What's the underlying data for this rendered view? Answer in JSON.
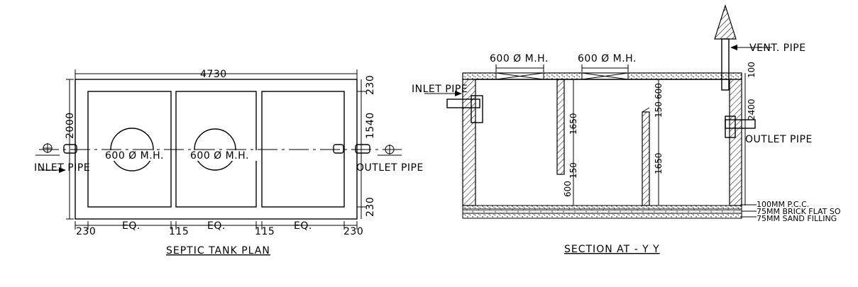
{
  "plan": {
    "title": "SEPTIC TANK PLAN",
    "overall_length": "4730",
    "overall_width": "2000",
    "dim_right_top": "230",
    "dim_right_mid": "1540",
    "dim_right_bottom": "230",
    "dim_bottom": [
      "230",
      "EQ.",
      "115",
      "EQ.",
      "115",
      "EQ.",
      "230"
    ],
    "manhole_1": "600 Ø M.H.",
    "manhole_2": "600 Ø M.H.",
    "inlet_label": "INLET PIPE",
    "outlet_label": "OUTLET PIPE"
  },
  "section": {
    "title": "SECTION AT - Y Y",
    "manhole_1": "600 Ø M.H.",
    "manhole_2": "600 Ø M.H.",
    "vent_label": "VENT. PIPE",
    "inlet_label": "INLET PIPE",
    "outlet_label": "OUTLET PIPE",
    "dim_100": "100",
    "dim_2400": "2400",
    "baffle1_height": "1650",
    "baffle1_gap": "150",
    "baffle1_bottom": "600",
    "baffle2_top": "600",
    "baffle2_gap": "150",
    "baffle2_height": "1650",
    "layers": [
      "100MM P.C.C.",
      "75MM BRICK FLAT SO",
      "75MM SAND FILLING"
    ]
  }
}
